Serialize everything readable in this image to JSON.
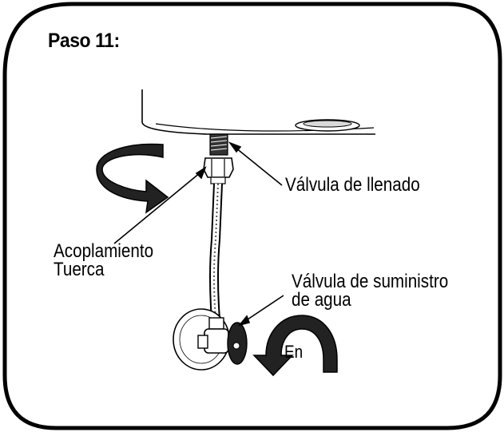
{
  "step": {
    "title": "Paso 11:"
  },
  "labels": {
    "fill_valve": "Válvula de llenado",
    "coupling": [
      "Acoplamiento",
      "Tuerca"
    ],
    "supply_valve": [
      "Válvula de suministro",
      "de agua"
    ],
    "on": "En"
  },
  "colors": {
    "stroke": "#000000",
    "background": "#ffffff",
    "fill_dark": "#1a1a1a"
  },
  "icons": [
    "rotate-arrow-icon",
    "on-arrow-icon"
  ]
}
